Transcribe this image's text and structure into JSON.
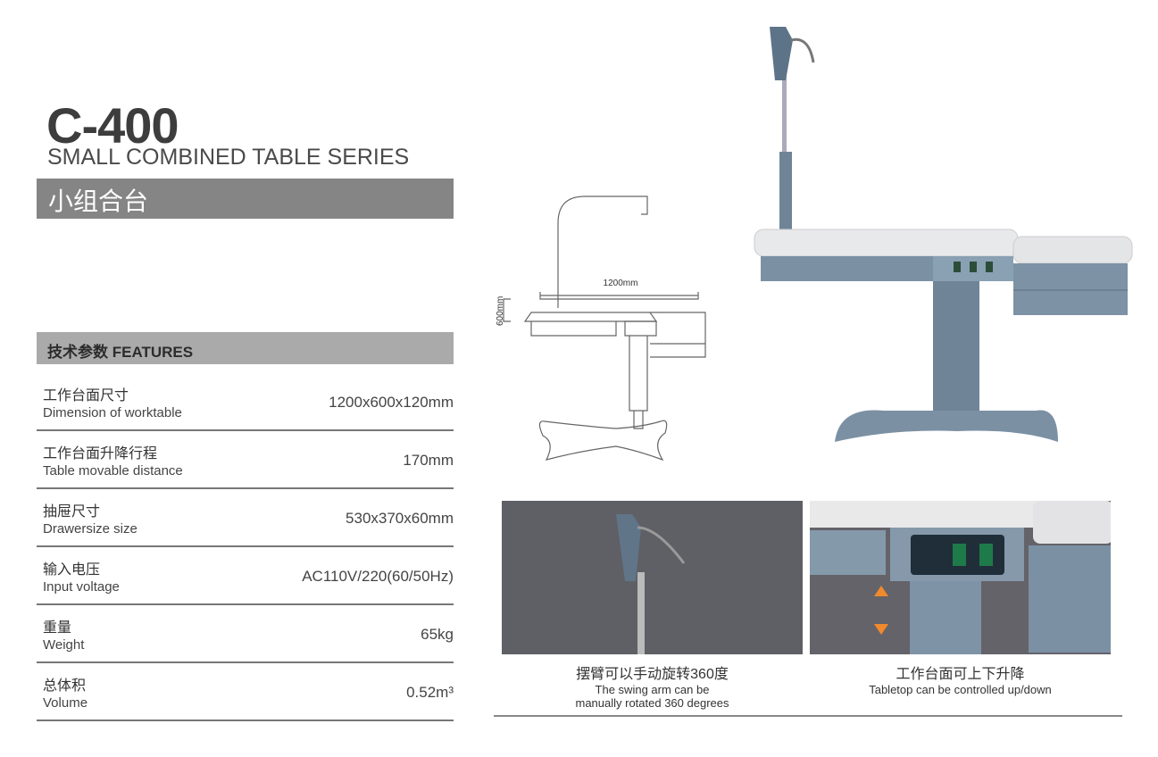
{
  "header": {
    "model": "C-400",
    "series": "SMALL COMBINED TABLE SERIES",
    "chinese_title": "小组合台"
  },
  "features": {
    "heading": "技术参数 FEATURES",
    "rows": [
      {
        "cn": "工作台面尺寸",
        "en": "Dimension of worktable",
        "value": "1200x600x120mm"
      },
      {
        "cn": "工作台面升降行程",
        "en": "Table movable distance",
        "value": "170mm"
      },
      {
        "cn": "抽屉尺寸",
        "en": "Drawersize size",
        "value": "530x370x60mm"
      },
      {
        "cn": "输入电压",
        "en": "Input voltage",
        "value": "AC110V/220(60/50Hz)"
      },
      {
        "cn": "重量",
        "en": "Weight",
        "value": "65kg"
      },
      {
        "cn": "总体积",
        "en": "Volume",
        "value": "0.52m³"
      }
    ]
  },
  "diagram": {
    "width_label": "1200mm",
    "height_label": "600mm"
  },
  "captions": [
    {
      "cn": "摆臂可以手动旋转360度",
      "en1": "The swing arm can be",
      "en2": "manually rotated 360 degrees"
    },
    {
      "cn": "工作台面可上下升降",
      "en1": "Tabletop can be controlled up/down"
    }
  ]
}
